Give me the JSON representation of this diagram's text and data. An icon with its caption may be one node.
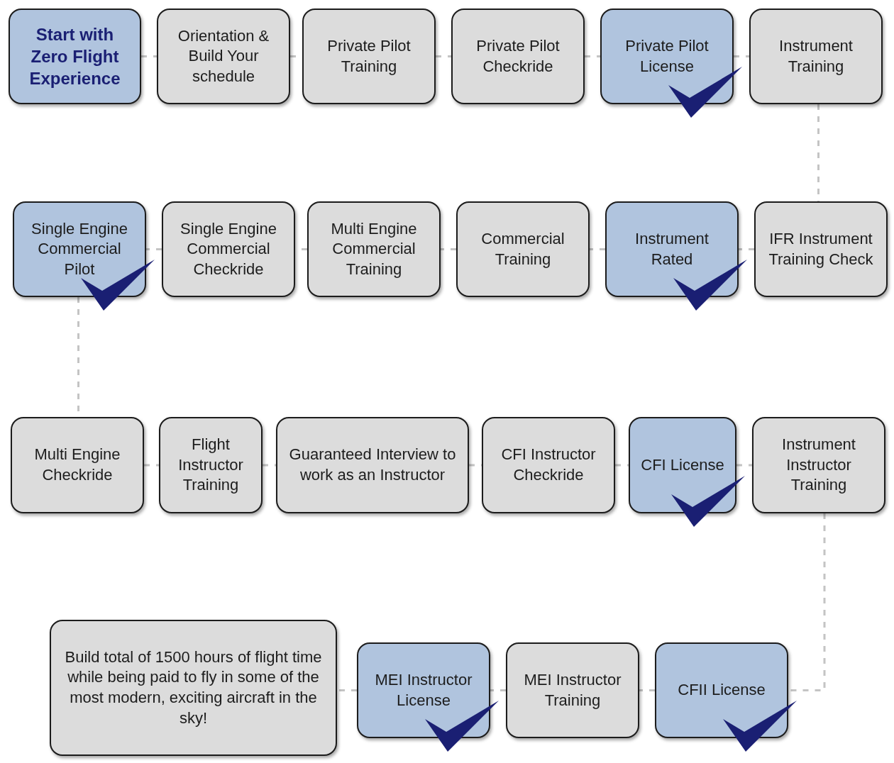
{
  "diagram": {
    "nodes": [
      {
        "text": [
          "Start with Zero Flight Experience"
        ]
      },
      {
        "text": [
          "Orientation & Build Your schedule"
        ]
      },
      {
        "text": [
          "Private Pilot Training"
        ]
      },
      {
        "text": [
          "Private Pilot Checkride"
        ]
      },
      {
        "text": [
          "Private Pilot License"
        ]
      },
      {
        "text": [
          "Instrument Training"
        ]
      },
      {
        "text": [
          "Single Engine Commercial Pilot"
        ]
      },
      {
        "text": [
          "Single Engine Commercial Checkride"
        ]
      },
      {
        "text": [
          "Multi Engine Commercial Training"
        ]
      },
      {
        "text": [
          "Commercial Training"
        ]
      },
      {
        "text": [
          "Instrument Rated"
        ]
      },
      {
        "text": [
          "IFR Instrument Training Check"
        ]
      },
      {
        "text": [
          "Multi Engine Checkride"
        ]
      },
      {
        "text": [
          "Flight Instructor Training"
        ]
      },
      {
        "text": [
          "Guaranteed Interview to work as an Instructor"
        ]
      },
      {
        "text": [
          "CFI Instructor Checkride"
        ]
      },
      {
        "text": [
          "CFI License"
        ]
      },
      {
        "text": [
          "Instrument Instructor Training"
        ]
      },
      {
        "text": [
          "Build total of 1500 hours of flight time while being paid to fly in some of the most modern, exciting aircraft in the sky!"
        ]
      },
      {
        "text": [
          "MEI Instructor License"
        ]
      },
      {
        "text": [
          "MEI Instructor Training"
        ]
      },
      {
        "text": [
          "CFII License"
        ]
      }
    ],
    "edges": [
      {
        "from": 0,
        "to": 1,
        "arrow": "none",
        "style": "dashed"
      },
      {
        "from": 1,
        "to": 2,
        "arrow": "none",
        "style": "dashed"
      },
      {
        "from": 2,
        "to": 3,
        "arrow": "none",
        "style": "dashed"
      },
      {
        "from": 3,
        "to": 4,
        "arrow": "none",
        "style": "dashed"
      },
      {
        "from": 4,
        "to": 5,
        "arrow": "none",
        "style": "dashed"
      },
      {
        "from": 5,
        "to": 11,
        "arrow": "none",
        "style": "dashed"
      },
      {
        "from": 11,
        "to": 10,
        "arrow": "none",
        "style": "dashed"
      },
      {
        "from": 10,
        "to": 9,
        "arrow": "none",
        "style": "dashed"
      },
      {
        "from": 9,
        "to": 8,
        "arrow": "none",
        "style": "dashed"
      },
      {
        "from": 8,
        "to": 7,
        "arrow": "none",
        "style": "dashed"
      },
      {
        "from": 7,
        "to": 6,
        "arrow": "none",
        "style": "dashed"
      },
      {
        "from": 6,
        "to": 12,
        "arrow": "none",
        "style": "dashed"
      },
      {
        "from": 12,
        "to": 13,
        "arrow": "none",
        "style": "dashed"
      },
      {
        "from": 13,
        "to": 14,
        "arrow": "none",
        "style": "dashed"
      },
      {
        "from": 14,
        "to": 15,
        "arrow": "none",
        "style": "dashed"
      },
      {
        "from": 15,
        "to": 16,
        "arrow": "none",
        "style": "dashed"
      },
      {
        "from": 16,
        "to": 17,
        "arrow": "none",
        "style": "dashed"
      },
      {
        "from": 17,
        "to": 21,
        "arrow": "none",
        "style": "dashed"
      },
      {
        "from": 21,
        "to": 20,
        "arrow": "none",
        "style": "dashed"
      },
      {
        "from": 20,
        "to": 19,
        "arrow": "none",
        "style": "dashed"
      },
      {
        "from": 19,
        "to": 18,
        "arrow": "none",
        "style": "dashed"
      }
    ]
  }
}
